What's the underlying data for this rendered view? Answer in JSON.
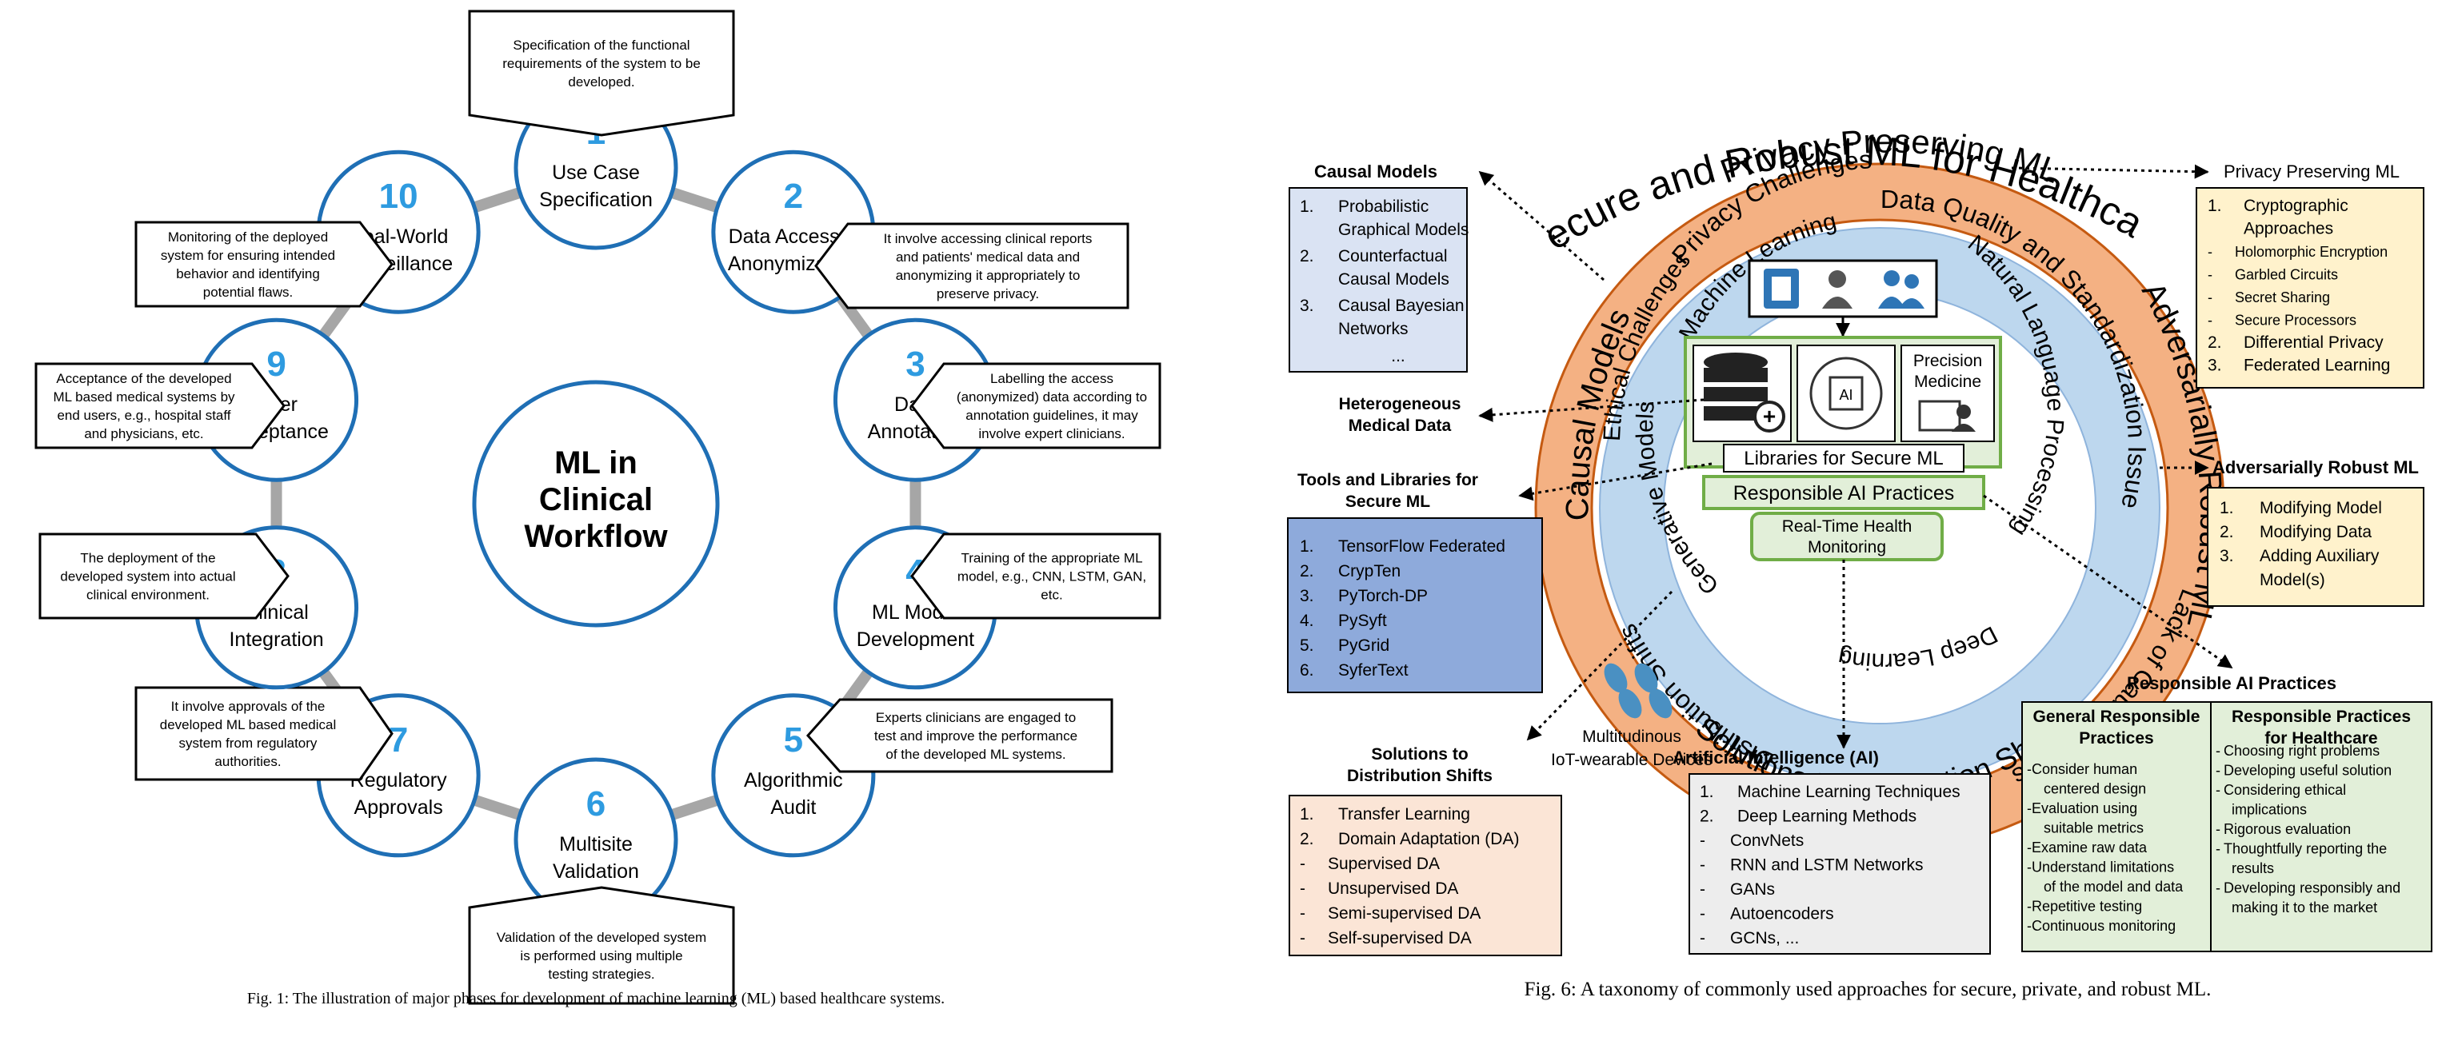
{
  "fig1": {
    "center_title": [
      "ML in",
      "Clinical",
      "Workflow"
    ],
    "phases": [
      {
        "num": "1",
        "label": [
          "Use Case",
          "Specification"
        ],
        "note": [
          "Specification of the functional",
          "requirements of the system to be",
          "developed."
        ]
      },
      {
        "num": "2",
        "label": [
          "Data Access &",
          "Anonymization"
        ],
        "note": [
          "It involve accessing clinical reports",
          "and patients' medical data and",
          "anonymizing it appropriately to",
          "preserve privacy."
        ]
      },
      {
        "num": "3",
        "label": [
          "Data",
          "Annotation"
        ],
        "note": [
          "Labelling the access",
          "(anonymized) data according to",
          "annotation guidelines, it may",
          "involve expert clinicians."
        ]
      },
      {
        "num": "4",
        "label": [
          "ML Model",
          "Development"
        ],
        "note": [
          "Training of the appropriate ML",
          "model, e.g., CNN, LSTM, GAN,",
          "etc."
        ]
      },
      {
        "num": "5",
        "label": [
          "Algorithmic",
          "Audit"
        ],
        "note": [
          "Experts clinicians are engaged to",
          "test and improve the performance",
          "of the developed ML systems."
        ]
      },
      {
        "num": "6",
        "label": [
          "Multisite",
          "Validation"
        ],
        "note": [
          "Validation of the developed system",
          "is performed using multiple",
          "testing strategies."
        ]
      },
      {
        "num": "7",
        "label": [
          "Regulatory",
          "Approvals"
        ],
        "note": [
          "It involve approvals of the",
          "developed ML based medical",
          "system from regulatory",
          "authorities."
        ]
      },
      {
        "num": "8",
        "label": [
          "Clinical",
          "Integration"
        ],
        "note": [
          "The deployment of the",
          "developed system into actual",
          "clinical environment."
        ]
      },
      {
        "num": "9",
        "label": [
          "User",
          "Acceptance"
        ],
        "note": [
          "Acceptance of the developed",
          "ML based medical systems by",
          "end users, e.g., hospital staff",
          "and physicians, etc."
        ]
      },
      {
        "num": "10",
        "label": [
          "Real-World",
          "Surveillance"
        ],
        "note": [
          "Monitoring of the deployed",
          "system for ensuring intended",
          "behavior and identifying",
          "potential flaws."
        ]
      }
    ],
    "caption": "Fig. 1: The illustration of major phases for development of machine learning (ML) based healthcare systems."
  },
  "fig6": {
    "arc_title": "Secure and Robust ML for Healthcare",
    "outer_ring": {
      "top": "Privacy Preserving ML",
      "right": "Adversarially Robust ML",
      "bottom": "Solutions to Distribution Shifts",
      "left": "Causal Models"
    },
    "inner_ring": {
      "privacy_challenges": "Privacy Challenges",
      "data_quality": "Data Quality and Standardization Issues",
      "lack_causal": "Lack of Causal Models",
      "distribution_shifts": "Distribution Shifts",
      "ethical": "Ethical Challenges"
    },
    "core_ring": {
      "ml": "Machine Learning",
      "nlp": "Natural Language Processing",
      "dl": "Deep Learning",
      "generative": "Generative Models"
    },
    "center": {
      "precision": [
        "Precision",
        "Medicine"
      ],
      "libraries": "Libraries for Secure ML",
      "responsible": "Responsible AI Practices",
      "realtime": [
        "Real-Time Health",
        "Monitoring"
      ],
      "ai_chip_label": "AI"
    },
    "causal_models": {
      "title": "Causal Models",
      "items": [
        [
          "1.",
          "Probabilistic",
          "Graphical Models"
        ],
        [
          "2.",
          "Counterfactual",
          "Causal Models"
        ],
        [
          "3.",
          "Causal Bayesian",
          "Networks"
        ]
      ],
      "ellipsis": "..."
    },
    "heterogeneous": [
      "Heterogeneous",
      "Medical Data"
    ],
    "tools": {
      "title": [
        "Tools and Libraries for",
        "Secure ML"
      ],
      "items": [
        [
          "1.",
          "TensorFlow Federated"
        ],
        [
          "2.",
          "CrypTen"
        ],
        [
          "3.",
          "PyTorch-DP"
        ],
        [
          "4.",
          "PySyft"
        ],
        [
          "5.",
          "PyGrid"
        ],
        [
          "6.",
          "SyferText"
        ]
      ]
    },
    "privacy": {
      "title": "Privacy Preserving ML",
      "lines": [
        [
          "1.",
          "Cryptographic",
          ""
        ],
        [
          "",
          "Approaches",
          ""
        ],
        [
          "-",
          "Holomorphic Encryption",
          "s"
        ],
        [
          "-",
          "Garbled Circuits",
          "s"
        ],
        [
          "-",
          "Secret Sharing",
          "s"
        ],
        [
          "-",
          "Secure Processors",
          "s"
        ],
        [
          "2.",
          "Differential Privacy",
          ""
        ],
        [
          "3.",
          "Federated Learning",
          ""
        ]
      ]
    },
    "adversarial": {
      "title": "Adversarially Robust ML",
      "items": [
        [
          "1.",
          "Modifying Model"
        ],
        [
          "2.",
          "Modifying Data"
        ],
        [
          "3.",
          "Adding Auxiliary"
        ],
        [
          "",
          "Model(s)"
        ]
      ]
    },
    "iot": [
      "Multitudinous",
      "IoT-wearable Devices"
    ],
    "shifts": {
      "title": [
        "Solutions to",
        "Distribution Shifts"
      ],
      "items": [
        [
          "1.",
          "Transfer Learning"
        ],
        [
          "2.",
          "Domain Adaptation (DA)"
        ],
        [
          "-",
          "Supervised DA"
        ],
        [
          "-",
          "Unsupervised DA"
        ],
        [
          "-",
          "Semi-supervised DA"
        ],
        [
          "-",
          "Self-supervised DA"
        ]
      ]
    },
    "ai": {
      "title": "Artificial Intelligence (AI)",
      "items": [
        [
          "1.",
          "Machine Learning Techniques"
        ],
        [
          "2.",
          "Deep Learning Methods"
        ],
        [
          "-",
          "ConvNets"
        ],
        [
          "-",
          "RNN and LSTM Networks"
        ],
        [
          "-",
          "GANs"
        ],
        [
          "-",
          "Autoencoders"
        ],
        [
          "-",
          "GCNs, ..."
        ]
      ]
    },
    "responsible": {
      "title": "Responsible AI Practices",
      "general_title": [
        "General Responsible",
        "Practices"
      ],
      "general": [
        "- Consider human",
        "  centered design",
        "- Evaluation using",
        "  suitable metrics",
        "- Examine raw data",
        "- Understand limitations",
        "  of the model and data",
        "- Repetitive testing",
        "- Continuous monitoring"
      ],
      "health_title": [
        "Responsible Practices",
        "for Healthcare"
      ],
      "health": [
        "- Choosing right problems",
        "- Developing useful solution",
        "- Considering ethical",
        "  implications",
        "- Rigorous evaluation",
        "- Thoughtfully reporting the",
        "  results",
        "- Developing responsibly and",
        "  making it to the market"
      ]
    },
    "caption": "Fig. 6: A taxonomy of commonly used approaches for secure, private, and robust ML."
  },
  "colors": {
    "blue": "#1f6fb5",
    "num_blue": "#2e9be0",
    "orange": "#f4b183",
    "lightblue": "#bdd7ee",
    "green_box": "#e2efd9",
    "core_green": "#70ad47",
    "yellow": "#fff2cc",
    "tools_blue": "#8eaadb",
    "causal_blue": "#dae3f3",
    "peach": "#fbe5d6",
    "gray": "#ededed"
  }
}
